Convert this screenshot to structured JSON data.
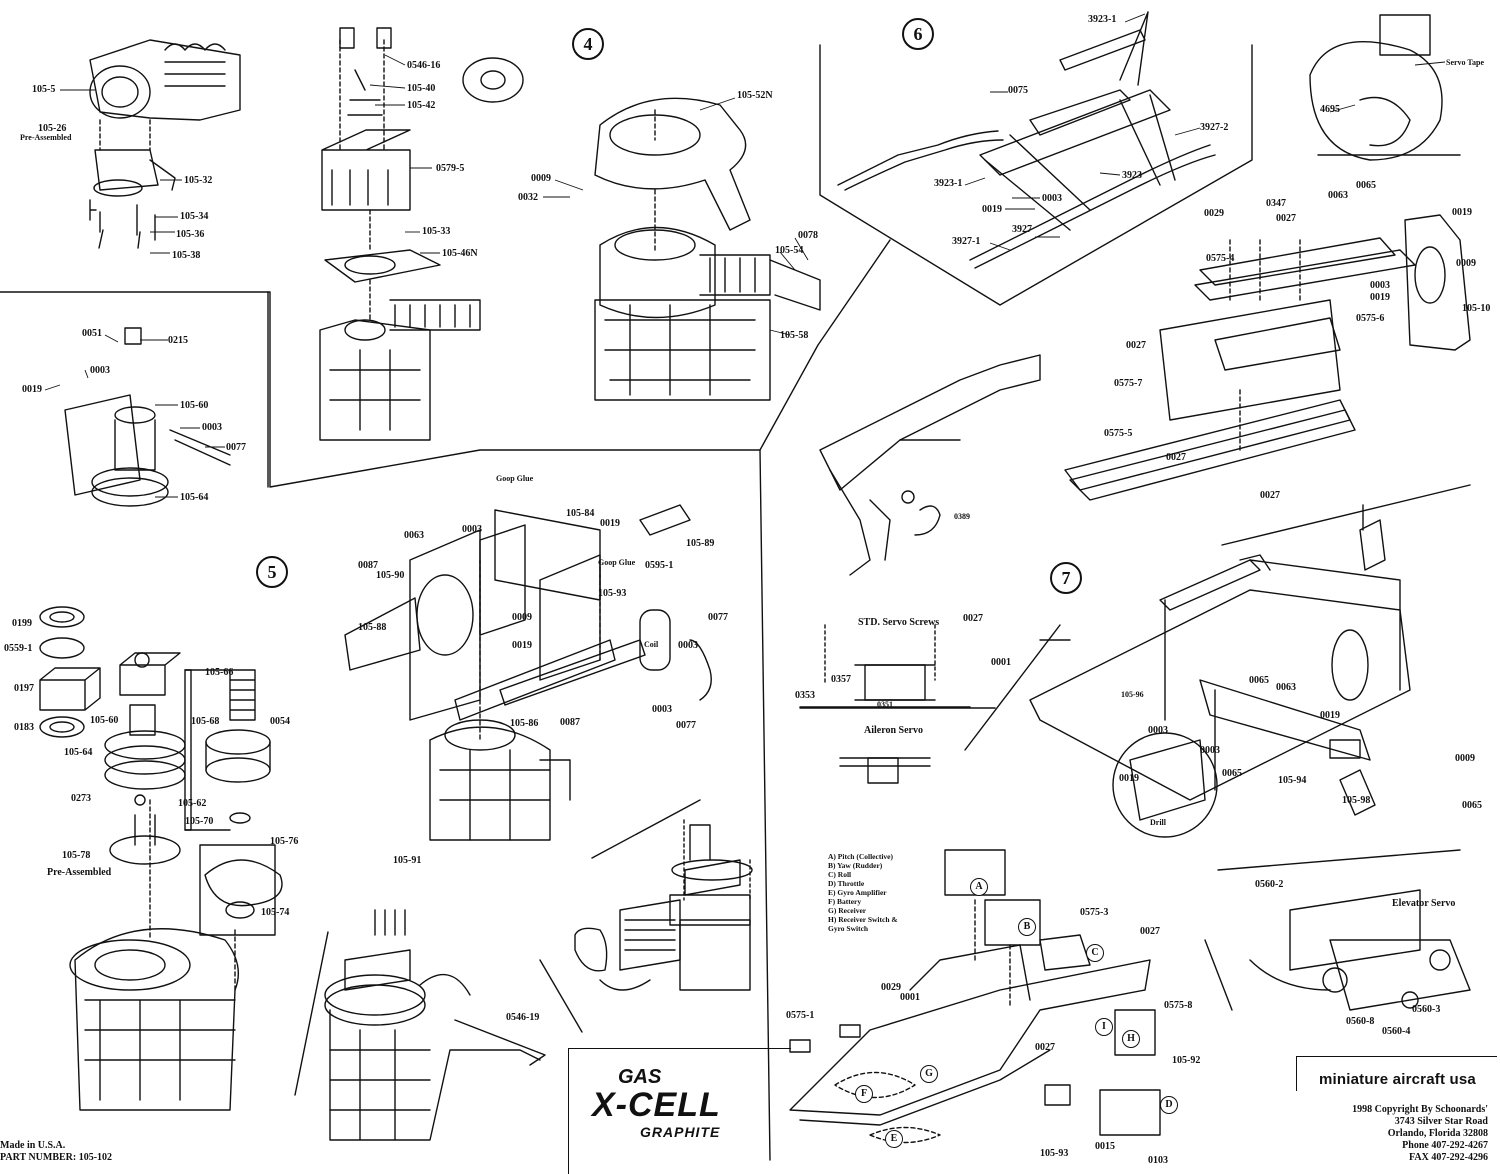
{
  "sections": [
    "4",
    "5",
    "6",
    "7"
  ],
  "footer": {
    "made_in": "Made in U.S.A.",
    "part_number": "PART NUMBER: 105-102"
  },
  "logo": {
    "gas": "GAS",
    "xcell": "X-CELL",
    "graphite": "GRAPHITE"
  },
  "brand": "miniature aircraft usa",
  "info": {
    "copyright": "1998 Copyright By Schoonards'",
    "address1": "3743 Silver Star Road",
    "address2": "Orlando, Florida 32808",
    "phone": "Phone 407-292-4267",
    "fax": "FAX 407-292-4296"
  },
  "legend": [
    "A)  Pitch (Collective)",
    "B)  Yaw (Rudder)",
    "C)  Roll",
    "D)  Throttle",
    "E)  Gyro Amplifier",
    "F)  Battery",
    "G)  Receiver",
    "H)  Receiver Switch &",
    "      Gyro Switch"
  ],
  "letters": [
    "A",
    "B",
    "C",
    "D",
    "E",
    "F",
    "G",
    "H",
    "I"
  ],
  "labels": [
    "105-5",
    "105-26",
    "Pre-Assembled",
    "105-32",
    "105-34",
    "105-36",
    "105-38",
    "0546-16",
    "105-40",
    "105-42",
    "0579-5",
    "105-33",
    "105-46N",
    "105-52N",
    "0009",
    "0032",
    "0078",
    "105-54",
    "105-58",
    "3923-1",
    "0075",
    "3927-2",
    "3923-1",
    "0003",
    "0019",
    "3923",
    "3927-1",
    "3927",
    "Servo Tape",
    "4695",
    "0051",
    "0215",
    "0019",
    "0003",
    "105-60",
    "0003",
    "0077",
    "105-64",
    "0347",
    "0065",
    "0063",
    "0029",
    "0027",
    "0575-4",
    "0003",
    "0019",
    "0575-6",
    "0019",
    "0009",
    "105-10",
    "0027",
    "0575-7",
    "0575-5",
    "0027",
    "0027",
    "Goop Glue",
    "105-84",
    "0019",
    "105-89",
    "Goop Glue",
    "0595-1",
    "0063",
    "0003",
    "0087",
    "105-90",
    "105-88",
    "105-93",
    "0009",
    "0019",
    "Coil",
    "0003",
    "0077",
    "105-86",
    "0087",
    "0003",
    "0077",
    "105-91",
    "0389",
    "STD. Servo Screws",
    "0027",
    "0001",
    "0357",
    "0353",
    "0351",
    "Aileron Servo",
    "0199",
    "0559-1",
    "0197",
    "0183",
    "105-60",
    "105-66",
    "105-68",
    "0054",
    "105-64",
    "0273",
    "105-62",
    "105-70",
    "105-78",
    "Pre-Assembled",
    "105-76",
    "105-74",
    "105-96",
    "0065",
    "0063",
    "0019",
    "0003",
    "0003",
    "0065",
    "0019",
    "Drill",
    "105-94",
    "0009",
    "105-98",
    "0065",
    "0575-3",
    "0027",
    "0029",
    "0001",
    "0575-1",
    "0027",
    "0575-8",
    "105-92",
    "105-93",
    "0015",
    "0103",
    "0560-2",
    "Elevator Servo",
    "0560-8",
    "0560-4",
    "0560-3",
    "0546-19"
  ]
}
